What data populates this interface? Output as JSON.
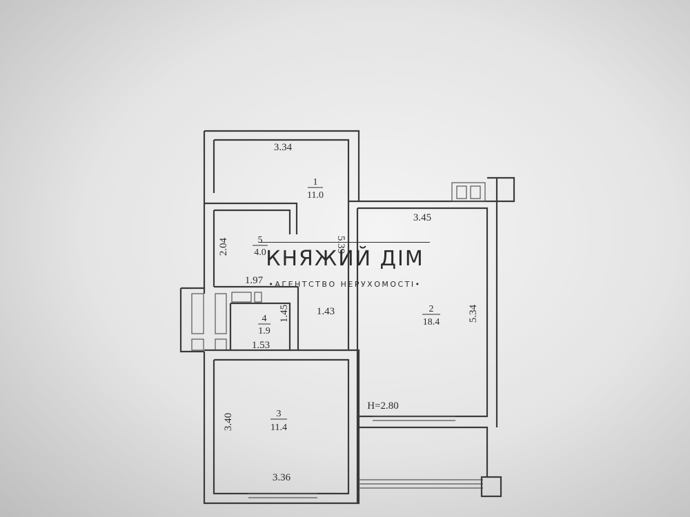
{
  "watermark": {
    "title": "КНЯЖИЙ ДІМ",
    "subtitle": "•АГЕНТСТВО НЕРУХОМОСТІ•"
  },
  "rooms": [
    {
      "number": "1",
      "area": "11.0"
    },
    {
      "number": "2",
      "area": "18.4"
    },
    {
      "number": "3",
      "area": "11.4"
    },
    {
      "number": "4",
      "area": "1.9"
    },
    {
      "number": "5",
      "area": "4.0"
    }
  ],
  "dimensions": {
    "room1_width": "3.34",
    "room2_width": "3.45",
    "room2_height": "5.34",
    "room5_height": "2.04",
    "room5_width": "1.97",
    "corridor_length": "5.39",
    "room4_height": "1.45",
    "room4_width": "1.53",
    "corridor_width": "1.43",
    "room3_height": "3.40",
    "room3_width": "3.36"
  },
  "ceiling_height": "H=2.80"
}
